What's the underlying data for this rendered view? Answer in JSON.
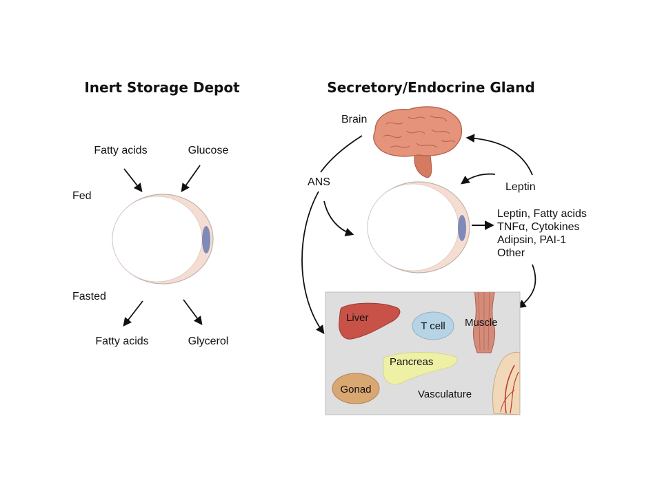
{
  "left_panel": {
    "title": "Inert Storage Depot",
    "fed_label": "Fed",
    "fasted_label": "Fasted",
    "inputs": [
      "Fatty acids",
      "Glucose"
    ],
    "outputs": [
      "Fatty acids",
      "Glycerol"
    ]
  },
  "right_panel": {
    "title": "Secretory/Endocrine Gland",
    "brain_label": "Brain",
    "ans_label": "ANS",
    "leptin_label": "Leptin",
    "secretions": [
      "Leptin, Fatty acids",
      "TNFα, Cytokines",
      "Adipsin, PAI-1",
      "Other"
    ],
    "targets": {
      "liver": "Liver",
      "tcell": "T cell",
      "muscle": "Muscle",
      "pancreas": "Pancreas",
      "gonad": "Gonad",
      "vasculature": "Vasculature"
    }
  },
  "colors": {
    "cell_fill": "#ffffff",
    "cell_rim": "#f6ddd2",
    "nucleus": "#7f8ab8",
    "brain": "#e5937a",
    "target_box": "#dedede",
    "liver": "#c85248",
    "tcell": "#b7d3e6",
    "muscle": "#d48b7a",
    "pancreas": "#eef0a6",
    "gonad": "#d9a872"
  }
}
